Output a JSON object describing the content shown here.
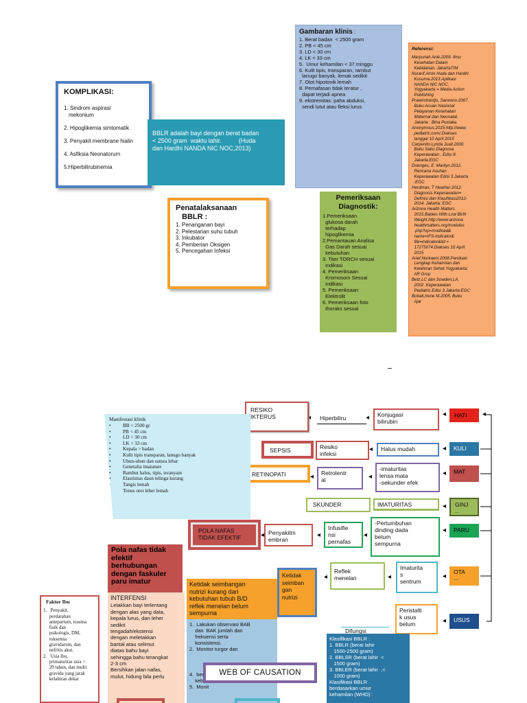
{
  "komplikasi": {
    "title": "KOMPLIKASI:",
    "items": [
      "1. Sindrom aspirasi",
      "mekonium",
      "2. Hipoglikemia simtomatik",
      "3. Penyakit membrane hialin",
      "4. Asfiksia Neonatorum",
      "5.Hiperbilirubinemia"
    ]
  },
  "definition": {
    "lines": [
      "BBLR adalah bayi dengan berat badan",
      "< 2500 gram  waktu lahir.          (Huda",
      "dan Hardhi NANDA NIC NOC,2013)"
    ]
  },
  "penatalaksanaan": {
    "title_lines": [
      "Penatalaksanaan",
      "BBLR :"
    ],
    "items": [
      "1. Penanganan  bayi",
      "2. Pelestarian suhu tubuh",
      "3. Inkubator",
      "4. Pemberian Oksigen",
      "5. Pencegahan Infeksi"
    ]
  },
  "gambaran_klinis": {
    "title": "Gambaran klinis",
    "title_suffix": " :",
    "items": [
      "1. Berat badan  < 2500 gram",
      "2. PB < 45 cm",
      "3. LD < 30 cm",
      "4. LK < 33 cm",
      "5.  Umur kehamilan < 37 minggu",
      "6. Kulit tipis, transparan, rambut",
      "  lanugo banyak, lemak sedikit",
      "7. Otot hipotonik lemah",
      "8. Pernafasan tidak teratur ,",
      "  dapat terjadi apnea",
      "9. ekstremitas: paha abduksi,",
      "  sendi lutut atau fleksi lurus"
    ]
  },
  "pemeriksaan": {
    "title_lines": [
      "Pemeriksaan",
      "Diagnostik:"
    ],
    "items": [
      "1.Pemeriksaan",
      "  glukosa darah",
      "  terhadap",
      "  hipoglikemia",
      "2.Pemantauan Analisa",
      "  Gas Darah sesuai",
      "  kebutuhan",
      "3. Titer TORCH sesuai",
      "  indikasi",
      "4. Pemeriksaan",
      "  Kromosom Sesuai",
      "  indikasi",
      "5. Pemeriksaan",
      "  Elektrolit",
      "6. Pemeriksaan foto",
      "  thoraks sesuai"
    ]
  },
  "referensi": {
    "title": "Referensi:",
    "items": [
      "Maryunah Anik.2009. Ilmu",
      "  Kesehatan Dalam",
      "  Kebidanan. JakartaTIM",
      "Nurarif.Amin Huda dan Hardhi",
      "  Kusuma.2013.Aplikasi",
      "  NANDA NIC NOC.",
      "  Yogyakarta = Media Action",
      "  Publishing",
      "Prawirohardjo, Sarwono.2007.",
      "  Buku Acuan Nasional",
      "  Pelayanan Kesehatan",
      "  Maternal dan Neonatal.",
      "  Jakarta : Bina Pustaka",
      "Anonymous.2015.http://www.",
      "  pediatric.com/.Diakses",
      "  tanggal 10 April 2015",
      "Carpenito.Lynda Juall.2000.",
      "  Buku Saku Diagnosa",
      "  Keperawatan , Edisi 8.",
      "  Jakarta.EGC",
      "Doenges, E. Marilyn.2012.",
      "  Rencana Asuhan .",
      "  Keperawatan Edisi 3.Jakarta",
      "  :EGC",
      "Herdman, T Heather.2012.",
      "  Diagnosis Keperawatan=",
      "  Definisi dan Klasifikasi2012-",
      "  2014. Jakarta: EGC",
      "Arizona Health Matters",
      "  2015.Babies With Low Birth",
      "  Weight.http://www.arizona",
      "  healthmatters.org/modules",
      "  .php?op=modload&",
      "  name=IFS-indicator&",
      "  file=indicator&iid =",
      "  17275074.Diakses 10 April",
      "  2015",
      "Arief,Nurkaeni.2008.Panduan",
      "  Lengkap Kehamilan dan",
      "  Kelahiran Sehat.Yogyakarta:",
      "  AR Grup",
      "Betz,LC dan Sowden,LA.",
      "  2002 .Keperawatan",
      "  Pediatric.Edisi 3.Jakarta:EGC",
      "Bobak,Irene M.2005. Buku",
      "  Ajar"
    ]
  },
  "stray_mark": "-",
  "web": {
    "organs": [
      "HATI",
      "KULI",
      "MAT",
      "GINJ",
      "PARU",
      "OTA",
      "USUS"
    ],
    "organ_fragments": [
      "..",
      "..."
    ],
    "causes": [
      "Konjugasi",
      "bilirubin",
      "Halus mudah",
      "-imaturitas",
      "lensa mata",
      "-sekunder efek",
      "IMATURITAS",
      "-Pertumbuhan",
      "dinding dada",
      "belum",
      "sempurna",
      "Imaturita",
      "s",
      "sentrum",
      "Peristalti",
      "k usus",
      "belum"
    ],
    "mid": [
      "Hiperbiliru",
      "Resiko",
      "infeksi",
      "Retrolentr",
      "al",
      "Infusifie",
      "nsi",
      "pernafas",
      "Reflek",
      "menelan",
      "Difungsi"
    ],
    "outcomes": [
      "RESIKO",
      "IKTERUS",
      "SEPSIS",
      "RETINOPATI",
      "SKUNDER",
      "Penyakitm",
      "embran"
    ],
    "pola_box": [
      "POLA NAFAS",
      "TIDAK EFEKTIF"
    ],
    "ketidak_box": [
      "Ketidak",
      "seimban",
      "gan",
      "nutrizi"
    ],
    "manifestasi": {
      "title": "Manifestasi klinik",
      "items": [
        "BB < 2500 gr",
        "PB < 45 cm",
        "LD < 30 cm",
        "LK < 33 cm",
        "Kepala > badan",
        "Kulit tipis transparan, lanugo banyak",
        "Ubun-ubun dan sutura lebar",
        "Genetalia imatature",
        "Rambut halus, tipis, teranyam",
        "Elastisitas daun telinga kurang",
        "Tangis lemah",
        "Tonus otot leher lemah"
      ]
    },
    "pola_nafas": [
      "Pola nafas tidak",
      "efektif",
      "berhubungan",
      "dengan faskuler",
      "paru imatur"
    ],
    "interfensi": [
      "INTERFENSI",
      "Letakkan bayi terlentang",
      "dengan alas yang data,",
      "kepala lurus, dan leher",
      "sedikit",
      "tengadah/ekstensi",
      "dengan meletakkan",
      "bantal atau selimut",
      "diatas bahu bayi",
      "sehingga bahu terangkat",
      "2-3 cm",
      "Bersihkan jalan nafas,",
      "mulut, hidung bila perlu"
    ],
    "faktor_ibu": {
      "title": "Faktor Ibu",
      "items": [
        "1.   Penyakit,",
        "     perdarahan",
        "     antepartum, trauma",
        "     fisik dan",
        "     psikologis, DM,",
        "     toksemia",
        "     gravidarum, dan",
        "     nefritis akut.",
        "2.   Usia ibu,",
        "     primaturitas usia <",
        "     20 tahun, dan multi",
        "     gravida yang jarak",
        "     kelahiran dekat"
      ]
    },
    "nutrisi": {
      "head": [
        "Ketidak seimbangan",
        "nutrizi kurang dari",
        "kebutuhan tubuh B/D",
        "reflek menelan belum",
        "sempurna"
      ],
      "items": [
        "1.  Lakukan observasi BAB",
        "    dan  BAK jumlah dan",
        "    frekuensi serta",
        "    konsistensi.",
        "2.  Monitor turgor dan",
        "",
        "",
        "",
        "4.  beri ASI/PASI sesuai",
        "    kebutuhan",
        "5.  Monit"
      ]
    },
    "klasifikasi": [
      "Klasifikasi BBLR :",
      "1. BBLR (berat lahir",
      "   1500-2500 gram)",
      "2. BBLSR (berat lahir  <",
      "   1500 gram)",
      "3. BBLER (berat lahir  ,<",
      "   1000 gram)",
      "Klasifikasi BBLR",
      "berdasarkan umur",
      "kehamilan (WHO) :"
    ],
    "title": "WEB OF CAUSATION"
  }
}
